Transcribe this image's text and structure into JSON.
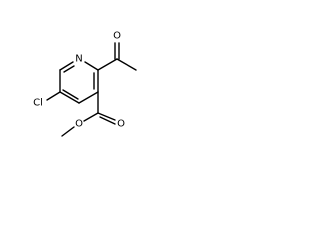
{
  "molecule": {
    "atoms": {
      "n1": "N",
      "cl": "Cl",
      "o_ketone": "O",
      "o_carbonyl": "O",
      "o_ester": "O"
    },
    "colors": {
      "bond": "#000000",
      "label": "#000000",
      "background": "#ffffff"
    }
  }
}
